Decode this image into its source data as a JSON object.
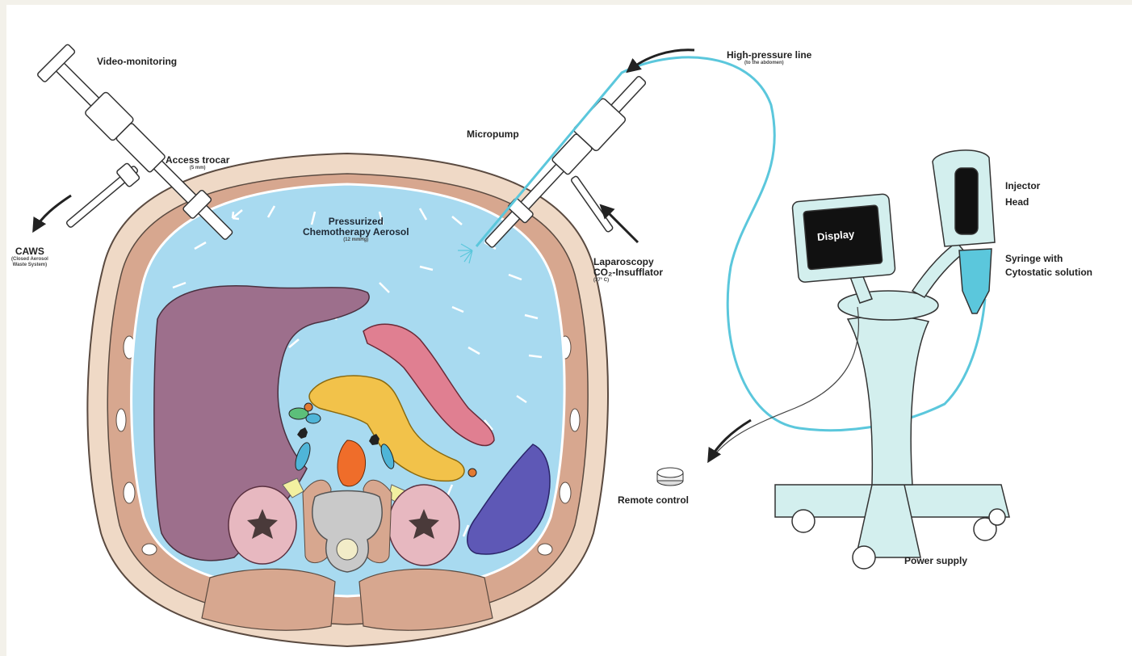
{
  "labels": {
    "video_monitoring": "Video-monitoring",
    "access_trocar": "Access trocar",
    "access_trocar_sub": "(5 mm)",
    "caws": "CAWS",
    "caws_sub1": "(Closed Aerosol",
    "caws_sub2": "Waste System)",
    "aerosol_line1": "Pressurized",
    "aerosol_line2": "Chemotherapy Aerosol",
    "aerosol_sub": "(12 mmHg)",
    "micropump": "Micropump",
    "laparoscopy_line1": "Laparoscopy",
    "laparoscopy_line2": "CO₂-Insufflator",
    "laparoscopy_sub": "(37° C)",
    "high_pressure": "High-pressure line",
    "high_pressure_sub": "(to the abdomen)",
    "injector_line1": "Injector",
    "injector_line2": "Head",
    "syringe_line1": "Syringe with",
    "syringe_line2": "Cytostatic solution",
    "display": "Display",
    "remote_control": "Remote control",
    "power_supply": "Power supply"
  },
  "colors": {
    "aerosol": "#a8daf0",
    "skin": "#efd9c6",
    "muscle": "#d7a78f",
    "liver": "#9d6f8c",
    "spleen": "#5e58b6",
    "pancreas": "#f2c24a",
    "stomach": "#e07f91",
    "kidney": "#e7b8c0",
    "device": "#d3efee",
    "line": "#5bc7dc"
  }
}
